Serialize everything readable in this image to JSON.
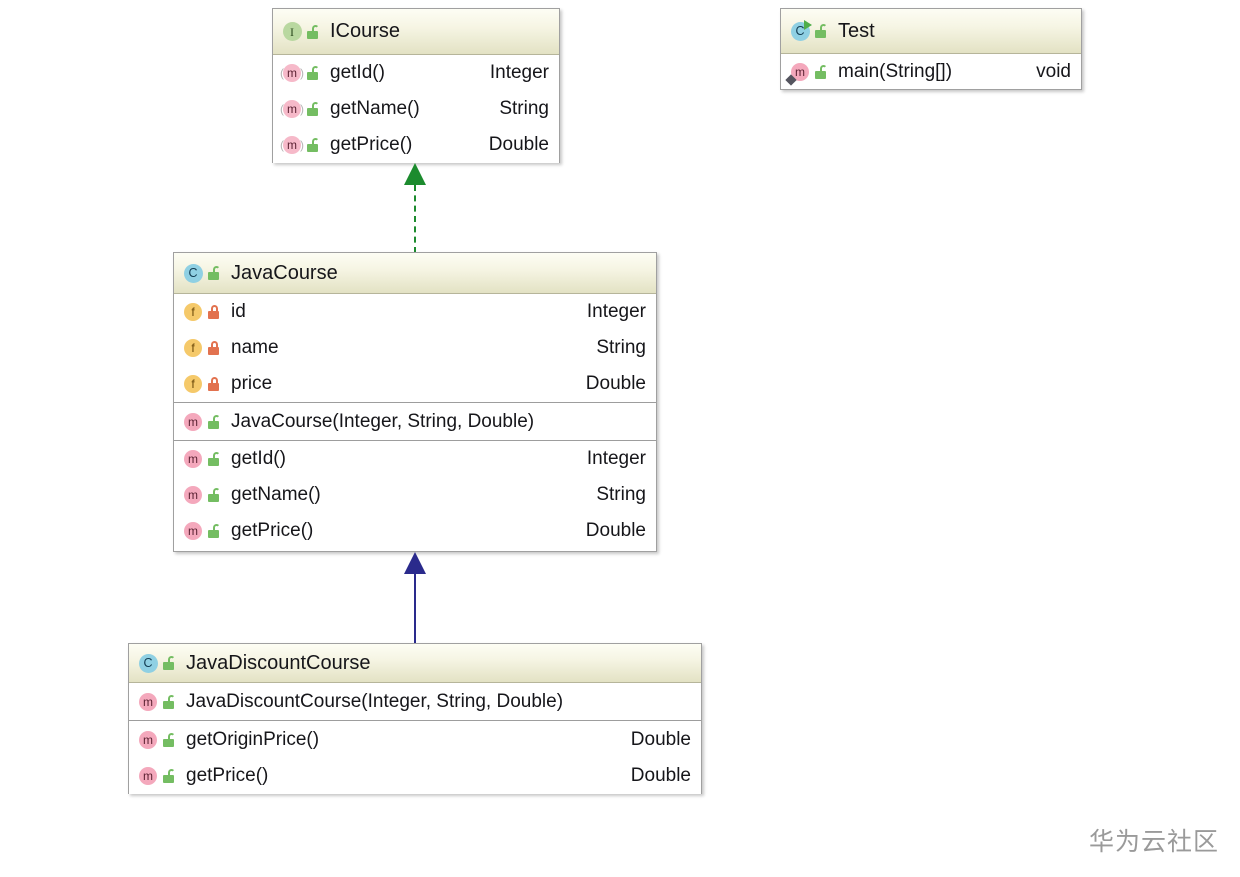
{
  "diagram": {
    "type": "uml-class-diagram",
    "background": "#ffffff",
    "watermark": "华为云社区"
  },
  "classes": [
    {
      "id": "icourse",
      "stereotype": "interface",
      "kind_icon": "interface-icon",
      "visibility_icon": "public-unlock-icon",
      "name": "ICourse",
      "sections": [
        {
          "members": [
            {
              "kind_icon": "abstract-method-icon",
              "visibility_icon": "public-unlock-icon",
              "name": "getId()",
              "type": "Integer"
            },
            {
              "kind_icon": "abstract-method-icon",
              "visibility_icon": "public-unlock-icon",
              "name": "getName()",
              "type": "String"
            },
            {
              "kind_icon": "abstract-method-icon",
              "visibility_icon": "public-unlock-icon",
              "name": "getPrice()",
              "type": "Double"
            }
          ]
        }
      ]
    },
    {
      "id": "test",
      "stereotype": "class",
      "kind_icon": "runnable-class-icon",
      "visibility_icon": "public-unlock-icon",
      "name": "Test",
      "sections": [
        {
          "members": [
            {
              "kind_icon": "static-method-icon",
              "visibility_icon": "public-unlock-icon",
              "name": "main(String[])",
              "type": "void"
            }
          ]
        }
      ]
    },
    {
      "id": "javacourse",
      "stereotype": "class",
      "kind_icon": "class-icon",
      "visibility_icon": "public-unlock-icon",
      "name": "JavaCourse",
      "sections": [
        {
          "members": [
            {
              "kind_icon": "field-icon",
              "visibility_icon": "private-lock-icon",
              "name": "id",
              "type": "Integer"
            },
            {
              "kind_icon": "field-icon",
              "visibility_icon": "private-lock-icon",
              "name": "name",
              "type": "String"
            },
            {
              "kind_icon": "field-icon",
              "visibility_icon": "private-lock-icon",
              "name": "price",
              "type": "Double"
            }
          ]
        },
        {
          "members": [
            {
              "kind_icon": "method-icon",
              "visibility_icon": "public-unlock-icon",
              "name": "JavaCourse(Integer, String, Double)",
              "type": ""
            }
          ]
        },
        {
          "members": [
            {
              "kind_icon": "method-icon",
              "visibility_icon": "public-unlock-icon",
              "name": "getId()",
              "type": "Integer"
            },
            {
              "kind_icon": "method-icon",
              "visibility_icon": "public-unlock-icon",
              "name": "getName()",
              "type": "String"
            },
            {
              "kind_icon": "method-icon",
              "visibility_icon": "public-unlock-icon",
              "name": "getPrice()",
              "type": "Double"
            }
          ]
        }
      ]
    },
    {
      "id": "javadiscountcourse",
      "stereotype": "class",
      "kind_icon": "class-icon",
      "visibility_icon": "public-unlock-icon",
      "name": "JavaDiscountCourse",
      "sections": [
        {
          "members": [
            {
              "kind_icon": "method-icon",
              "visibility_icon": "public-unlock-icon",
              "name": "JavaDiscountCourse(Integer, String, Double)",
              "type": ""
            }
          ]
        },
        {
          "members": [
            {
              "kind_icon": "method-icon",
              "visibility_icon": "public-unlock-icon",
              "name": "getOriginPrice()",
              "type": "Double"
            },
            {
              "kind_icon": "method-icon",
              "visibility_icon": "public-unlock-icon",
              "name": "getPrice()",
              "type": "Double"
            }
          ]
        }
      ]
    }
  ],
  "relations": [
    {
      "id": "realization",
      "from": "JavaCourse",
      "to": "ICourse",
      "kind": "realization",
      "style": "dashed",
      "color": "#1c8b2e"
    },
    {
      "id": "generalization",
      "from": "JavaDiscountCourse",
      "to": "JavaCourse",
      "kind": "generalization",
      "style": "solid",
      "color": "#2a2a8c"
    }
  ]
}
